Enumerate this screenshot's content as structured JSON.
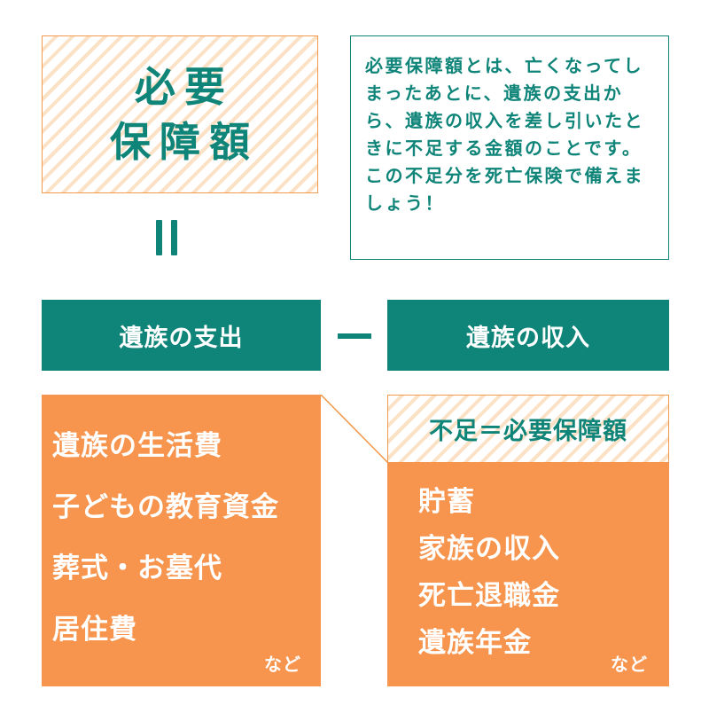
{
  "title": "必要\n保障額",
  "description": "必要保障額とは、亡くなってしまったあとに、遺族の支出から、遺族の収入を差し引いたときに不足する金額のことです。この不足分を死亡保険で備えましょう！",
  "expense": {
    "header": "遺族の支出",
    "items": [
      "遺族の生活費",
      "子どもの教育資金",
      "葬式・お墓代",
      "居住費"
    ],
    "etc": "など"
  },
  "income": {
    "header": "遺族の収入",
    "shortage_label": "不足＝必要保障額",
    "items": [
      "貯蓄",
      "家族の収入",
      "死亡退職金",
      "遺族年金"
    ],
    "etc": "など"
  },
  "colors": {
    "teal": "#0f8478",
    "orange": "#f7944d",
    "stripe": "#fbe2c6"
  }
}
